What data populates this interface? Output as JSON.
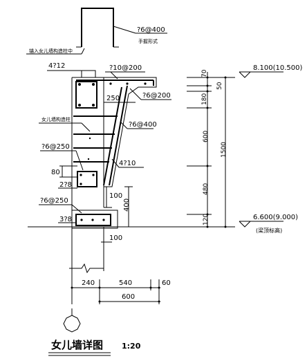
{
  "annotations": {
    "top_rebar": "?6@400",
    "top_note": "手握形式",
    "anchor_note": "锚入女儿墙构造柱中",
    "rebar_4_12": "4?12",
    "rebar_10_200": "?10@200",
    "dim_250": "250",
    "rebar_6_200": "?6@200",
    "col_note": "女儿墙构造柱",
    "rebar_6_400_mid": "?6@400",
    "rebar_6_250_a": "?6@250",
    "dim_80": "80",
    "rebar_4_10": "4?10",
    "rebar_2_8": "2?8",
    "dim_100_a": "100",
    "dim_400": "400",
    "rebar_6_250_b": "?6@250",
    "rebar_3_8": "3?8",
    "dim_100_b": "100"
  },
  "right_dims": {
    "d70": "70",
    "d50": "50",
    "d180": "180",
    "d600": "600",
    "d480": "480",
    "d120": "120",
    "total": "1500"
  },
  "elevations": {
    "top": "8.100(10.500)",
    "bottom": "6.600(9.000)",
    "bottom_note": "(梁顶标高)"
  },
  "bottom_dims": {
    "d240": "240",
    "d540": "540",
    "d60": "60",
    "d600": "600"
  },
  "title": {
    "text": "女儿墙详图",
    "scale": "1:20"
  }
}
